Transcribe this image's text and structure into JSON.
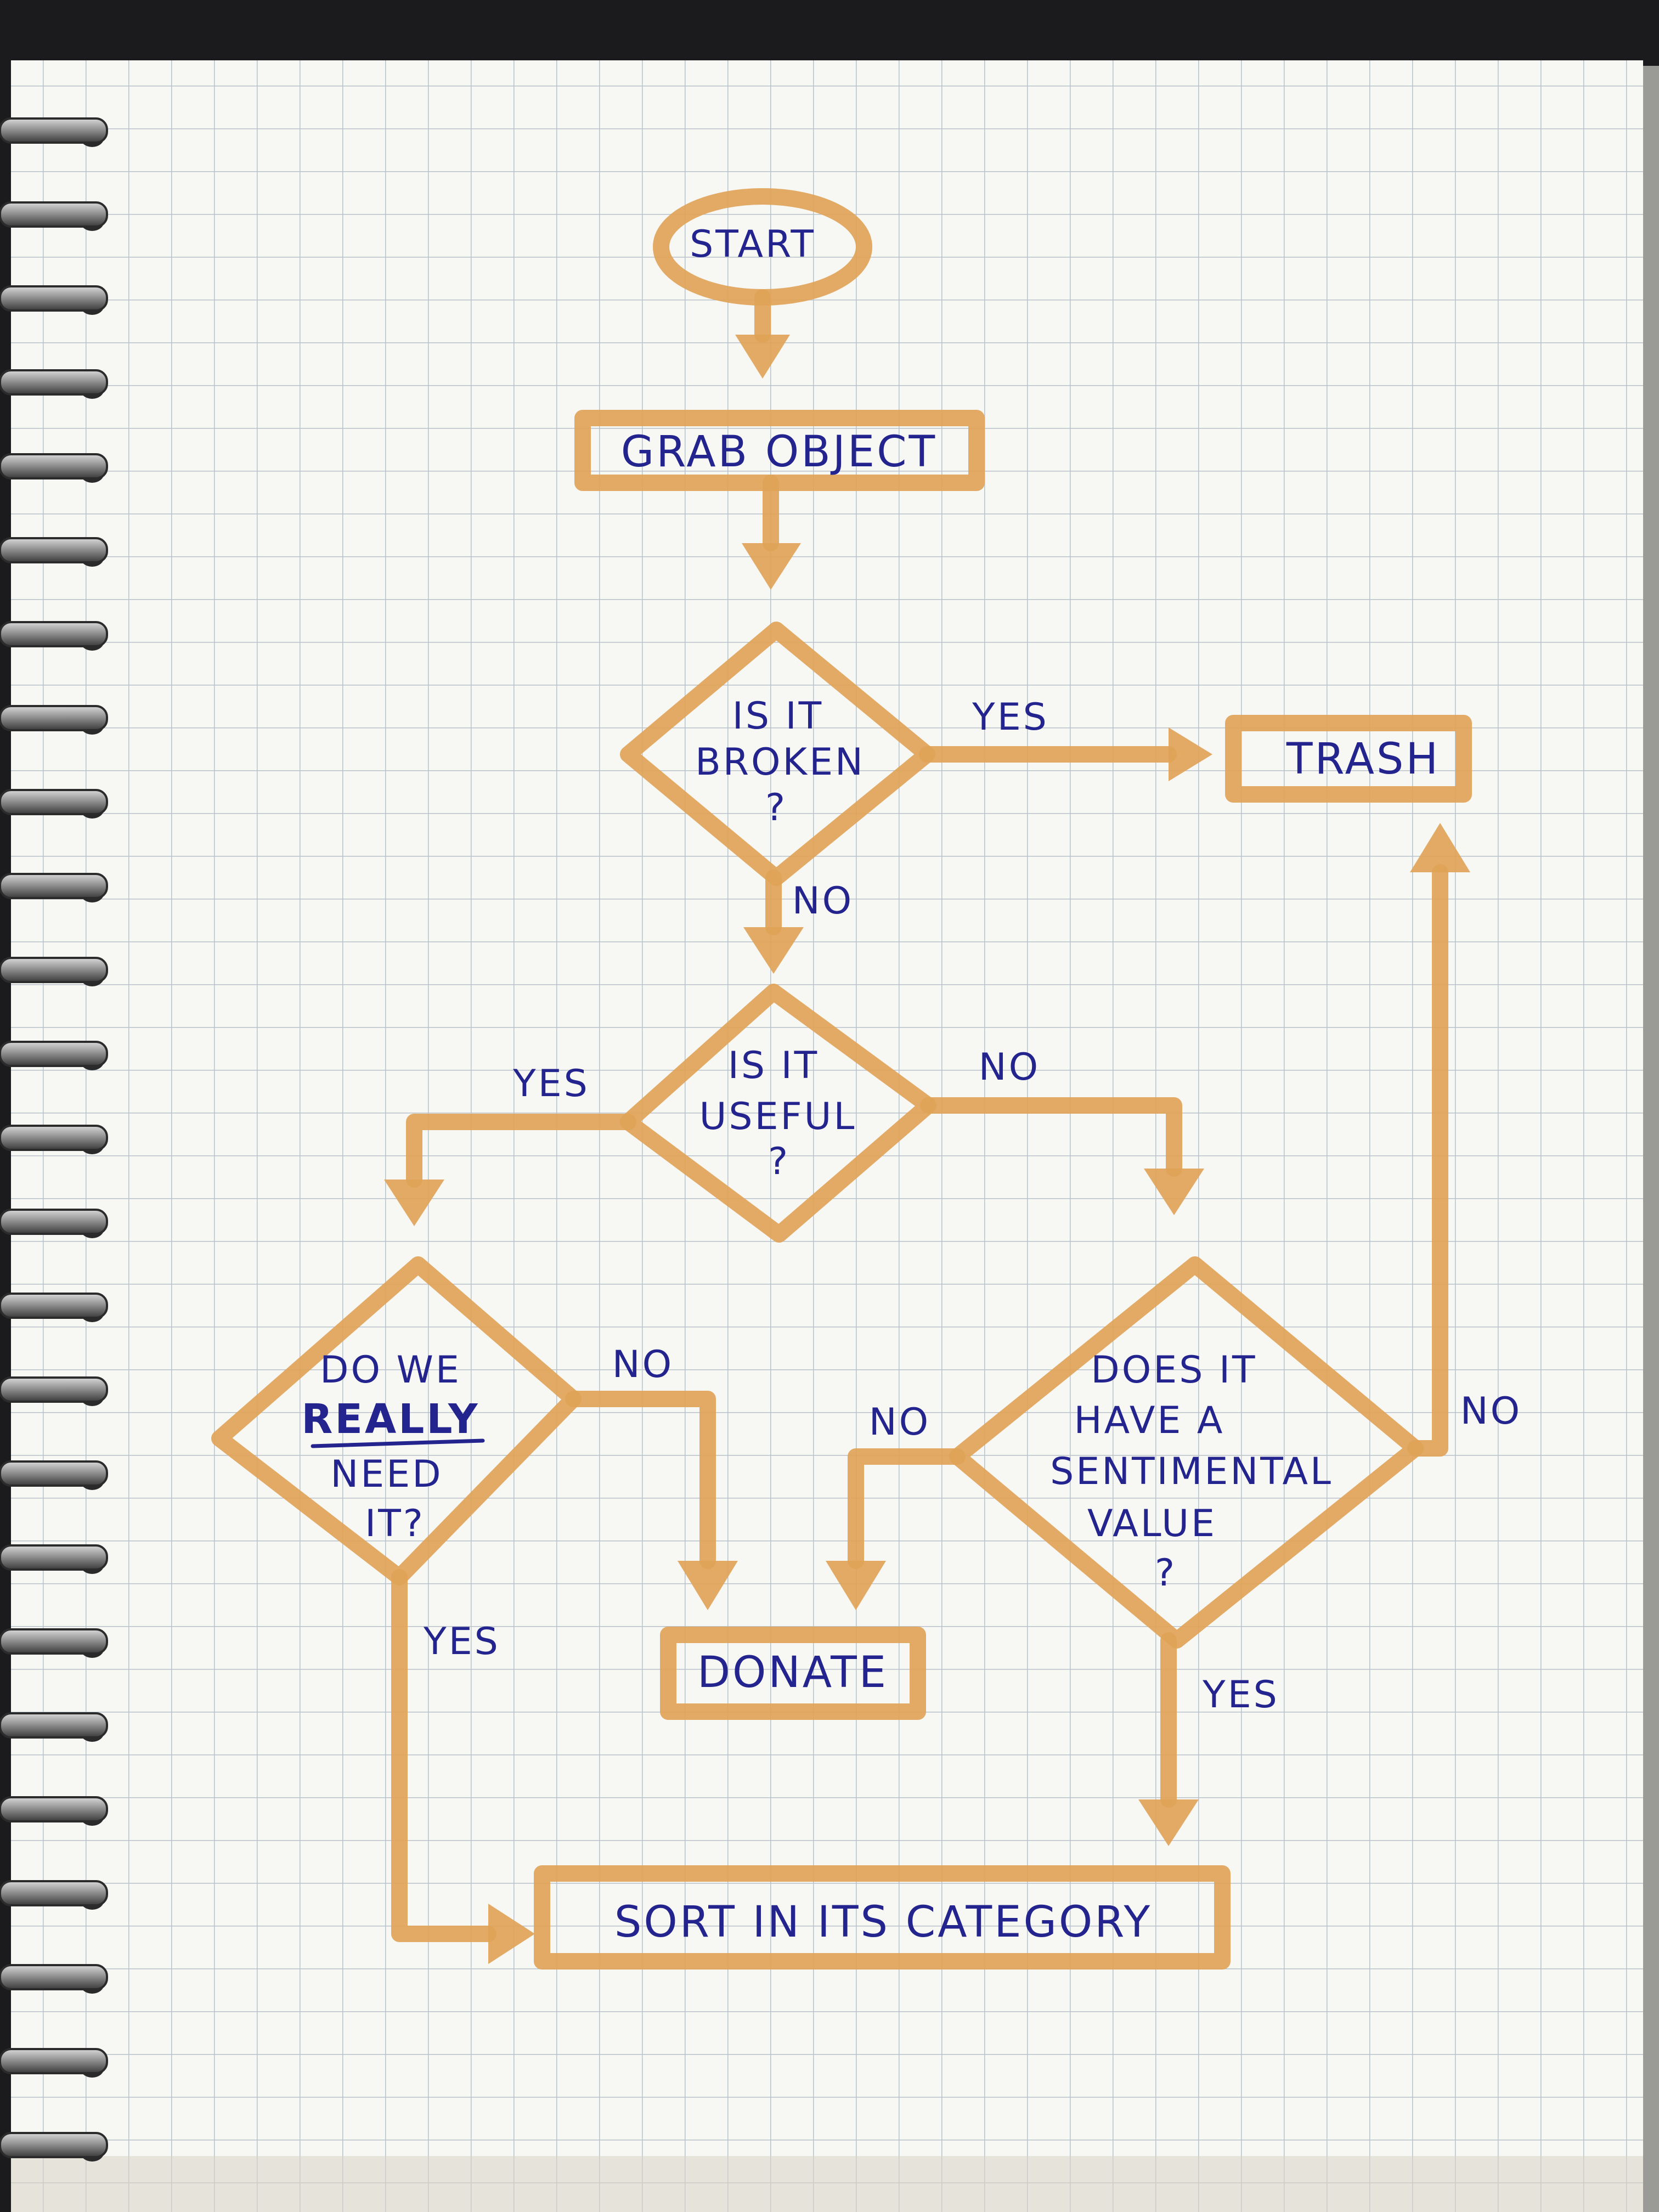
{
  "diagram": {
    "start": "START",
    "grab": "GRAB OBJECT",
    "broken": [
      "IS IT",
      "BROKEN",
      "?"
    ],
    "useful": [
      "IS IT",
      "USEFUL",
      "?"
    ],
    "really": [
      "DO WE",
      "REALLY",
      "NEED",
      "IT?"
    ],
    "sentimental": [
      "DOES IT",
      "HAVE A",
      "SENTIMENTAL",
      "VALUE",
      "?"
    ],
    "trash": "TRASH",
    "donate": "DONATE",
    "sort": "SORT IN ITS CATEGORY",
    "edges": {
      "broken_yes": "YES",
      "broken_no": "NO",
      "useful_yes": "YES",
      "useful_no": "NO",
      "really_no": "NO",
      "really_yes": "YES",
      "sentimental_no_left": "NO",
      "sentimental_no_right": "NO",
      "sentimental_yes": "YES"
    }
  },
  "colors": {
    "marker": "#e0a458",
    "ink": "#24248f",
    "paper": "#f7f7f4",
    "grid": "#b9c1c9",
    "background": "#1b1b1d"
  }
}
